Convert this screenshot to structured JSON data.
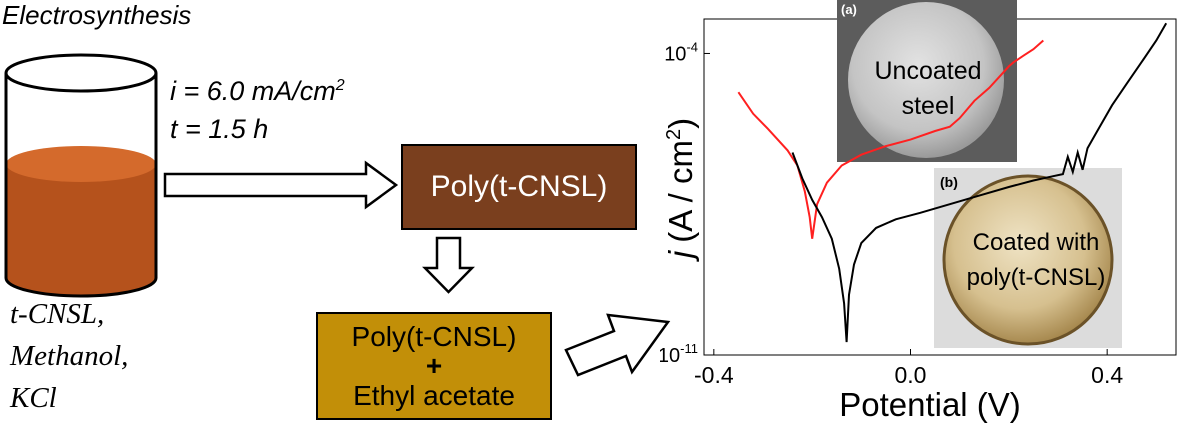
{
  "title": "Electrosynthesis",
  "conditions": {
    "current_prefix": "i = 6.0 mA/cm",
    "current_sup": "2",
    "time": "t = 1.5 h"
  },
  "reagents": [
    "t-CNSL,",
    "Methanol,",
    "KCl"
  ],
  "product_box": "Poly(t-CNSL)",
  "mixture_box": {
    "line1": "Poly(t-CNSL)",
    "plus": "+",
    "line2": "Ethyl acetate"
  },
  "colors": {
    "solution": "#b5521c",
    "solution_top": "#d46a2c",
    "product_box": "#7a3f1e",
    "mixture_box": "#c28f08",
    "uncoated_curve": "#ff2020",
    "coated_curve": "#000000"
  },
  "photos": {
    "a": {
      "tag": "(a)",
      "label_line1": "Uncoated",
      "label_line2": "steel"
    },
    "b": {
      "tag": "(b)",
      "label_line1": "Coated with",
      "label_line2": "poly(t-CNSL)"
    }
  },
  "chart_data": {
    "type": "line",
    "title": "",
    "xlabel": "Potential  (V)",
    "ylabel_prefix": "j",
    "ylabel_unit": "(A / cm",
    "ylabel_sup": "2",
    "ylabel_close": ")",
    "xlim": [
      -0.42,
      0.54
    ],
    "ylim_log10": [
      -11,
      -3.2
    ],
    "yscale": "log",
    "x_ticks": [
      -0.4,
      0.0,
      0.4
    ],
    "x_tick_labels": [
      "-0.4",
      "0.0",
      "0.4"
    ],
    "y_ticks_log10": [
      -11,
      -4
    ],
    "y_tick_base": "10",
    "y_tick_exponents": [
      "-11",
      "-4"
    ],
    "grid": false,
    "series": [
      {
        "id": "uncoated",
        "x": [
          -0.35,
          -0.32,
          -0.29,
          -0.27,
          -0.25,
          -0.23,
          -0.215,
          -0.205,
          -0.2,
          -0.19,
          -0.17,
          -0.14,
          -0.1,
          -0.05,
          0.0,
          0.05,
          0.08,
          0.1,
          0.13,
          0.16,
          0.18,
          0.2,
          0.21,
          0.23,
          0.25,
          0.27
        ],
        "y_log10": [
          -4.9,
          -5.4,
          -5.75,
          -6.0,
          -6.25,
          -6.6,
          -7.2,
          -7.8,
          -8.3,
          -7.5,
          -7.0,
          -6.6,
          -6.35,
          -6.15,
          -6.0,
          -5.8,
          -5.7,
          -5.5,
          -5.1,
          -4.8,
          -4.55,
          -4.3,
          -4.2,
          -4.05,
          -3.9,
          -3.7
        ]
      },
      {
        "id": "coated",
        "x": [
          -0.24,
          -0.22,
          -0.2,
          -0.18,
          -0.16,
          -0.145,
          -0.135,
          -0.13,
          -0.125,
          -0.115,
          -0.1,
          -0.07,
          -0.03,
          0.02,
          0.08,
          0.14,
          0.2,
          0.25,
          0.29,
          0.31,
          0.32,
          0.33,
          0.34,
          0.35,
          0.36,
          0.38,
          0.41,
          0.44,
          0.47,
          0.5,
          0.52
        ],
        "y_log10": [
          -6.3,
          -6.9,
          -7.4,
          -7.8,
          -8.3,
          -9.0,
          -9.8,
          -10.7,
          -9.6,
          -8.9,
          -8.4,
          -8.05,
          -7.85,
          -7.7,
          -7.5,
          -7.3,
          -7.1,
          -6.95,
          -6.85,
          -6.8,
          -6.4,
          -6.75,
          -6.3,
          -6.7,
          -6.2,
          -5.8,
          -5.2,
          -4.7,
          -4.2,
          -3.7,
          -3.3
        ]
      }
    ]
  }
}
